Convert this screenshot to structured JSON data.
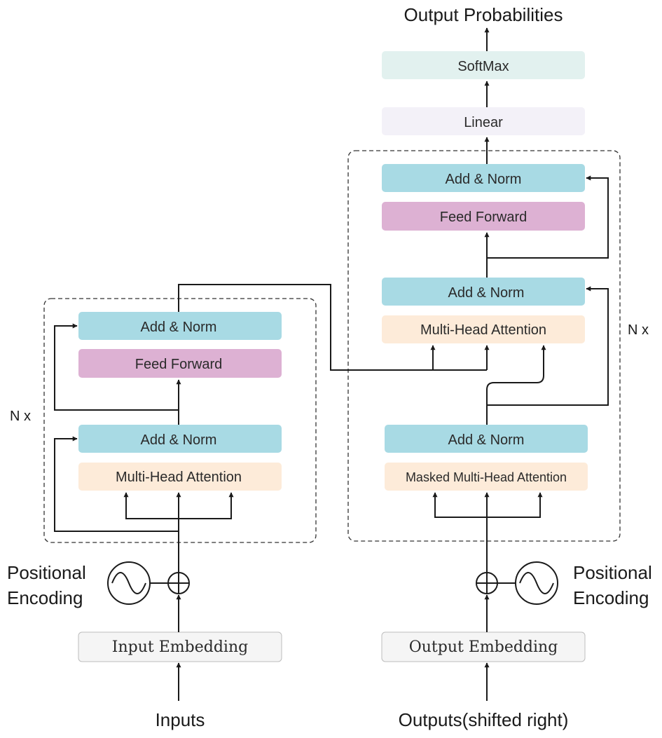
{
  "colors": {
    "add_norm": "#a8dae4",
    "feed_forward": "#ddb1d3",
    "attention": "#fdebd9",
    "softmax": "#e2f1ef",
    "linear": "#f3f1f8",
    "embedding": "#f5f5f5"
  },
  "title": "Output Probabilities",
  "decoder_head": {
    "softmax": "SoftMax",
    "linear": "Linear"
  },
  "encoder": {
    "repeat_label": "N x",
    "add_norm_top": "Add & Norm",
    "feed_forward": "Feed Forward",
    "add_norm_bottom": "Add & Norm",
    "attention": "Multi-Head Attention",
    "positional_encoding_line1": "Positional",
    "positional_encoding_line2": "Encoding",
    "embedding": "Input Embedding",
    "input_label": "Inputs"
  },
  "decoder": {
    "repeat_label": "N x",
    "add_norm_top": "Add & Norm",
    "feed_forward": "Feed Forward",
    "add_norm_middle": "Add & Norm",
    "cross_attention": "Multi-Head Attention",
    "add_norm_bottom": "Add & Norm",
    "masked_attention": "Masked Multi-Head Attention",
    "positional_encoding_line1": "Positional",
    "positional_encoding_line2": "Encoding",
    "embedding": "Output Embedding",
    "input_label": "Outputs(shifted right)"
  },
  "icons": [
    "add-circle-icon",
    "sine-wave-icon",
    "arrow-head-icon"
  ]
}
